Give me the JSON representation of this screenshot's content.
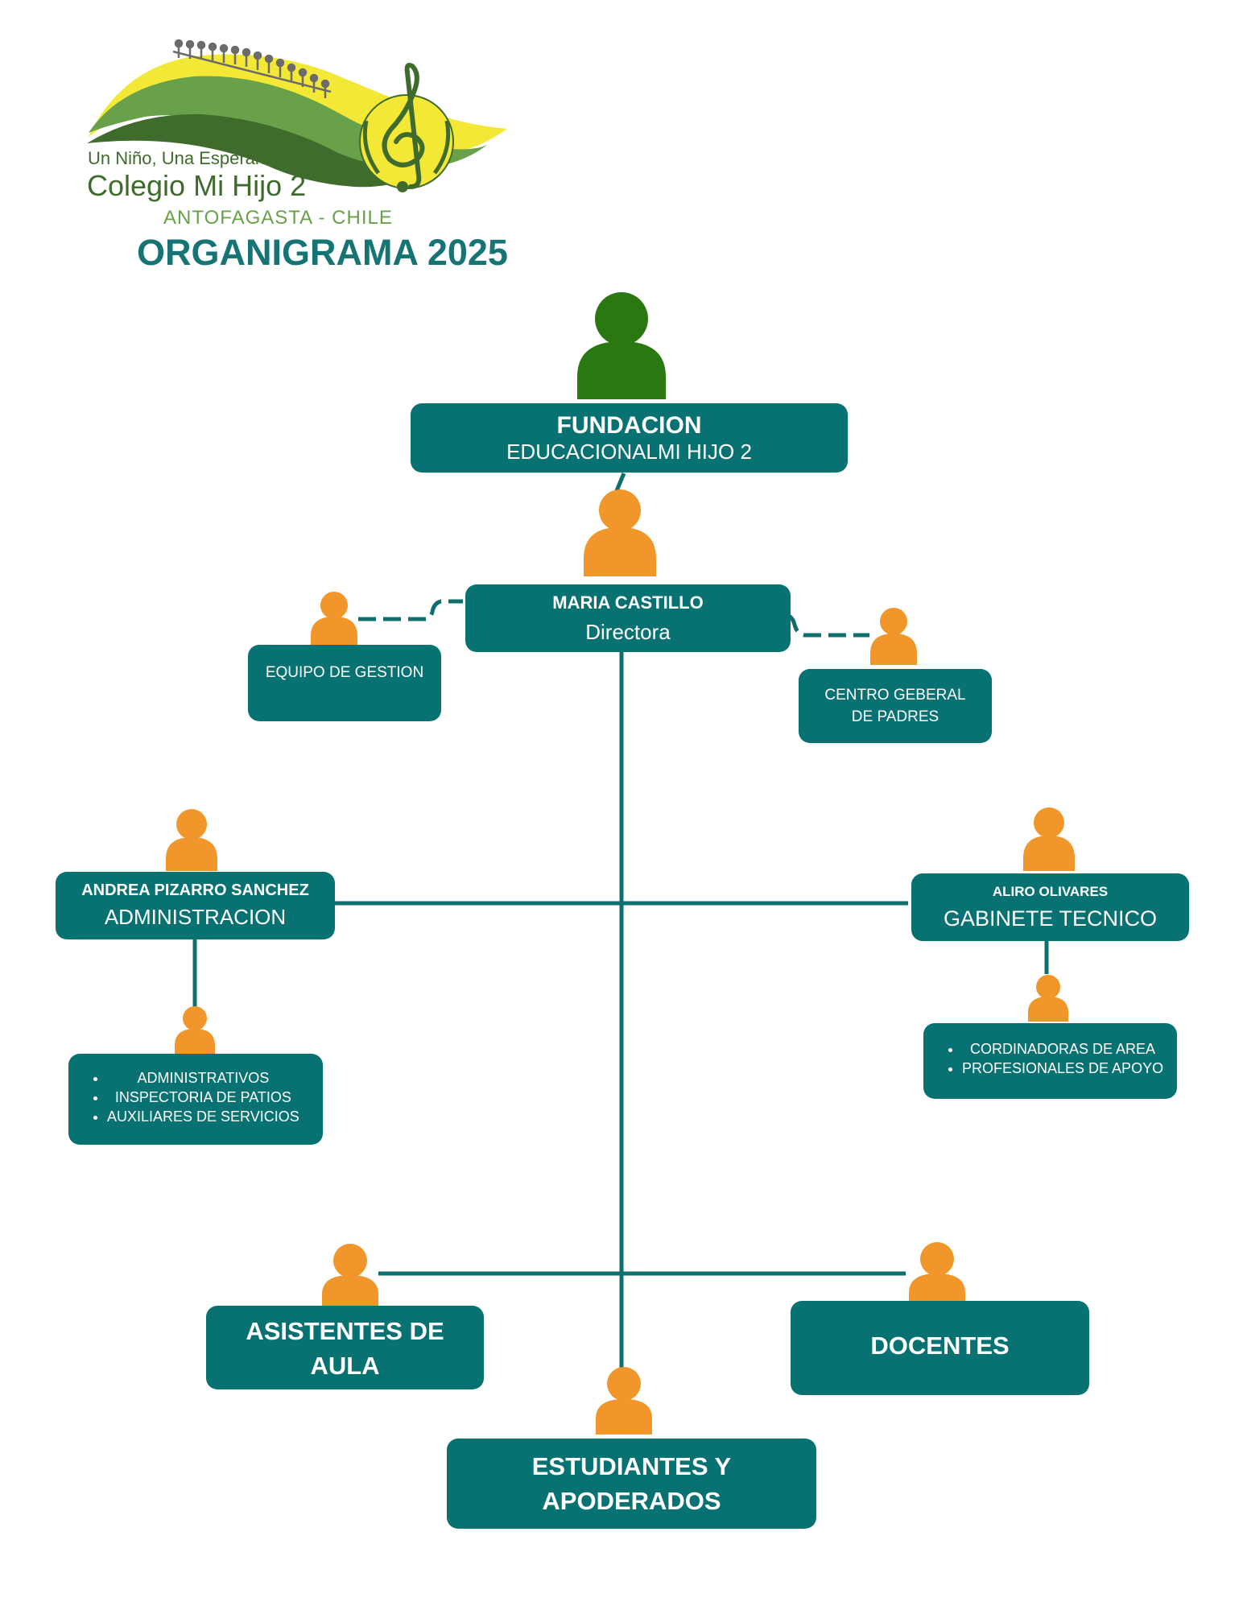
{
  "colors": {
    "box": "#087272",
    "line": "#0f6f6f",
    "person_orange": "#f0962a",
    "person_green": "#297812",
    "title": "#167474",
    "logo_green": "#3f6c2d",
    "logo_light_green": "#69a04a",
    "logo_yellow": "#f4e836"
  },
  "icons": [
    "person-icon",
    "treble-clef-icon",
    "people-chain-icon"
  ],
  "header": {
    "tagline": "Un Niño, Una Esperanza",
    "school": "Colegio Mi Hijo 2",
    "city": "ANTOFAGASTA - CHILE",
    "title": "ORGANIGRAMA 2025"
  },
  "nodes": {
    "fundacion": {
      "name": "FUNDACION",
      "role": "EDUCACIONALMI HIJO 2"
    },
    "directora": {
      "name": "MARIA CASTILLO",
      "role": "Directora"
    },
    "equipo_gestion": {
      "label": "EQUIPO DE GESTION"
    },
    "centro_padres": {
      "label": "CENTRO GEBERAL DE PADRES"
    },
    "administracion": {
      "name": "ANDREA PIZARRO SANCHEZ",
      "role": "ADMINISTRACION"
    },
    "administracion_list": {
      "items": [
        "ADMINISTRATIVOS",
        "INSPECTORIA DE PATIOS",
        "AUXILIARES DE SERVICIOS"
      ]
    },
    "gabinete": {
      "name": "ALIRO OLIVARES",
      "role": "GABINETE TECNICO"
    },
    "gabinete_list": {
      "items": [
        "CORDINADORAS DE AREA",
        "PROFESIONALES DE APOYO"
      ]
    },
    "asistentes": {
      "label": "ASISTENTES DE AULA"
    },
    "docentes": {
      "label": "DOCENTES"
    },
    "estudiantes": {
      "label": "ESTUDIANTES Y APODERADOS"
    }
  }
}
